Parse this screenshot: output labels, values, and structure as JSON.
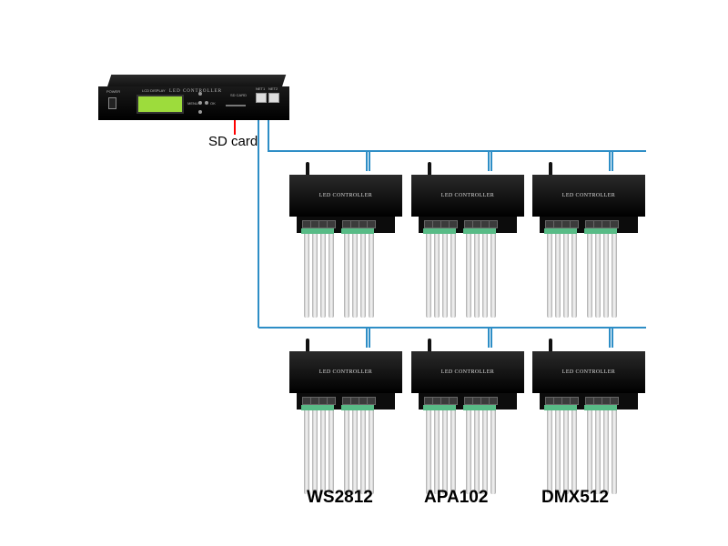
{
  "master": {
    "brand": "LED CONTROLLER",
    "power_label": "POWER",
    "lcd_label": "LCD DISPLAY",
    "menu_label": "MENU",
    "ok_label": "OK",
    "sd_label": "SD CARD",
    "net1_label": "NET1",
    "net2_label": "NET2"
  },
  "annotation": {
    "sd_card": "SD card"
  },
  "controller_title": "LED CONTROLLER",
  "captions": [
    "WS2812",
    "APA102",
    "DMX512"
  ],
  "colors": {
    "cable": "#2e8ec6",
    "arrow": "#ff0000",
    "lcd": "#9ddc3c",
    "terminal": "#58bb86"
  }
}
